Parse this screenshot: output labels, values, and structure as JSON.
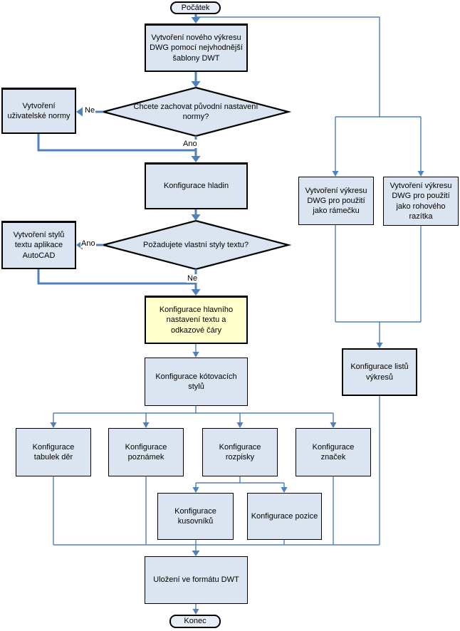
{
  "colors": {
    "connector": "#4f81bd",
    "box_fill": "#dbe5f1",
    "highlight_fill": "#ffffcc",
    "terminator_fill": "#e8eef7",
    "border": "#000000"
  },
  "nodes": {
    "start": "Počátek",
    "create_dwg": "Vytvoření nového výkresu DWG pomocí nejvhodnější šablony DWT",
    "decision_norm": "Chcete zachovat původní nastavení normy?",
    "create_user_norm": "Vytvoření uživatelské normy",
    "config_layers": "Konfigurace hladin",
    "decision_text_styles": "Požadujete vlastní styly textu?",
    "create_text_styles": "Vytvoření stylů textu aplikace AutoCAD",
    "config_main_text": "Konfigurace hlavního nastavení textu a odkazové čáry",
    "config_dim_styles": "Konfigurace kótovacích stylů",
    "config_hole_tables": "Konfigurace tabulek děr",
    "config_notes": "Konfigurace poznámek",
    "config_parts_list": "Konfigurace rozpisky",
    "config_symbols": "Konfigurace značek",
    "config_bom": "Konfigurace kusovníků",
    "config_balloons": "Konfigurace pozice",
    "save_dwt": "Uložení ve formátu DWT",
    "end": "Konec",
    "create_frame": "Vytvoření výkresu DWG pro použití jako rámečku",
    "create_title_block": "Vytvoření výkresu DWG pro použití jako rohového razítka",
    "config_sheets": "Konfigurace listů výkresů"
  },
  "labels": {
    "d1_no": "Ne",
    "d1_yes": "Ano",
    "d2_yes": "Ano",
    "d2_no": "Ne"
  }
}
